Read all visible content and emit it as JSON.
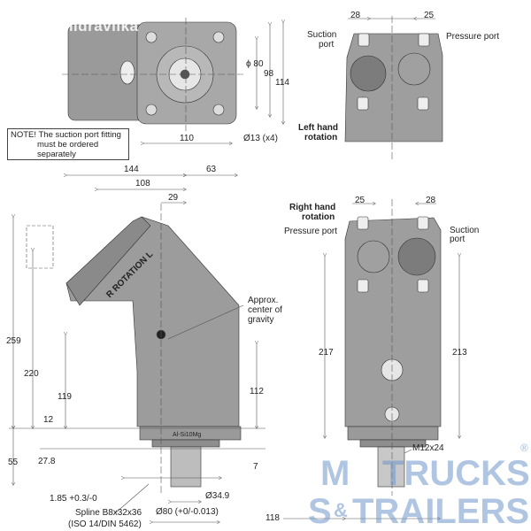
{
  "watermark_top": "chastihidravlika",
  "top_view": {
    "dia80": "ϕ 80",
    "d98": "98",
    "d114": "114",
    "d110": "110",
    "holes": "Ø13 (x4)"
  },
  "note": {
    "line1": "NOTE! The suction port fitting",
    "line2": "must be ordered",
    "line3": "separately"
  },
  "side_view": {
    "d144": "144",
    "d63": "63",
    "d108": "108",
    "d29": "29",
    "d259": "259",
    "d220": "220",
    "d119": "119",
    "d112": "112",
    "d12": "12",
    "d55": "55",
    "d27_8": "27.8",
    "d7": "7",
    "tolerance": "1.85 +0.3/-0",
    "spline1": "Spline B8x32x36",
    "spline2": "(ISO 14/DIN 5462)",
    "dia80": "Ø80 (+0/-0.013)",
    "dia34": "Ø34.9",
    "material": "Al-Si10Mg",
    "cog1": "Approx.",
    "cog2": "center of",
    "cog3": "gravity",
    "rotation": "R  ROTATION  L"
  },
  "left_hand": {
    "d28": "28",
    "d25": "25",
    "suction1": "Suction",
    "suction2": "port",
    "pressure": "Pressure port",
    "label1": "Left hand",
    "label2": "rotation"
  },
  "right_hand": {
    "d25": "25",
    "d28": "28",
    "label1": "Right hand",
    "label2": "rotation",
    "pressure": "Pressure port",
    "suction1": "Suction",
    "suction2": "port",
    "d217": "217",
    "d213": "213",
    "thread": "M12x24",
    "d118": "118"
  },
  "brand": {
    "line1a": "M",
    "line1b": "TRUCKS",
    "line2a": "S",
    "line2b": "TRAILERS",
    "amp": "&",
    "reg": "®"
  }
}
